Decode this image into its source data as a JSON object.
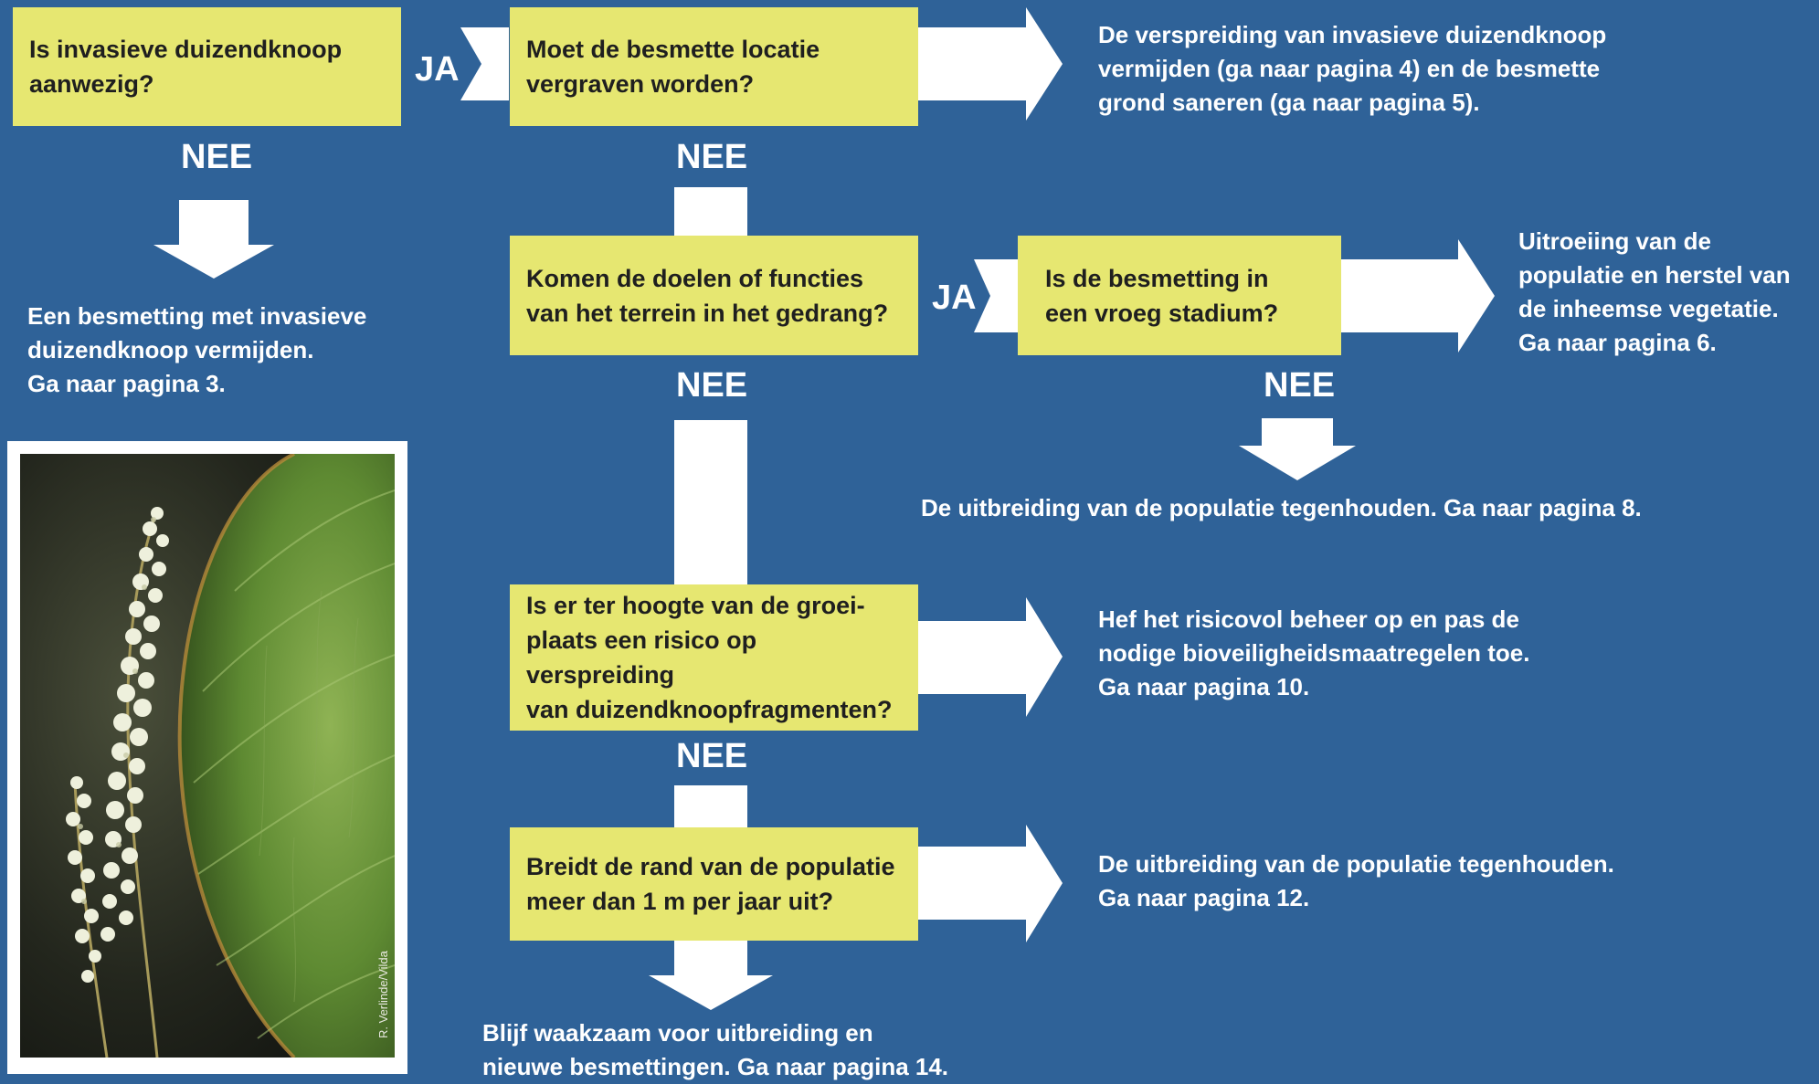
{
  "labels": {
    "yes": "JA",
    "no": "NEE"
  },
  "questions": {
    "q1": [
      "Is invasieve duizendknoop",
      "aanwezig?"
    ],
    "q2": [
      "Moet de besmette locatie",
      "vergraven worden?"
    ],
    "q3": [
      "Komen de doelen of functies",
      "van het terrein in het gedrang?"
    ],
    "q4": [
      "Is de besmetting in",
      "een vroeg stadium?"
    ],
    "q5": [
      "Is er ter hoogte van de groei-",
      "plaats een risico op verspreiding",
      "van duizendknoopfragmenten?"
    ],
    "q6": [
      "Breidt de rand van de populatie",
      "meer dan 1 m per jaar uit?"
    ]
  },
  "outcomes": {
    "o1": [
      "Een besmetting met invasieve",
      "duizendknoop vermijden.",
      "Ga naar pagina 3."
    ],
    "o2": [
      "De verspreiding van invasieve duizendknoop",
      "vermijden (ga naar pagina 4) en de besmette",
      "grond saneren (ga naar pagina 5)."
    ],
    "o3": [
      "Uitroeiing van de",
      "populatie en herstel van",
      "de inheemse vegetatie.",
      "Ga naar pagina 6."
    ],
    "o4": [
      "De uitbreiding van de populatie tegenhouden. Ga naar pagina 8."
    ],
    "o5": [
      "Hef het risicovol beheer op en pas de",
      "nodige bioveiligheidsmaatregelen toe.",
      "Ga naar pagina 10."
    ],
    "o6": [
      "De uitbreiding van de populatie tegenhouden.",
      "Ga naar pagina 12."
    ],
    "o7": [
      "Blijf waakzaam voor uitbreiding en",
      "nieuwe besmettingen. Ga naar pagina 14."
    ]
  },
  "photo": {
    "credit": "R. Verlinde/Vilda",
    "subject": "knotweed-flowers-and-leaf"
  },
  "colors": {
    "background": "#2f6298",
    "box": "#e6e771",
    "arrow": "#ffffff",
    "text_on_box": "#1f1f1f",
    "text_on_background": "#ffffff"
  }
}
